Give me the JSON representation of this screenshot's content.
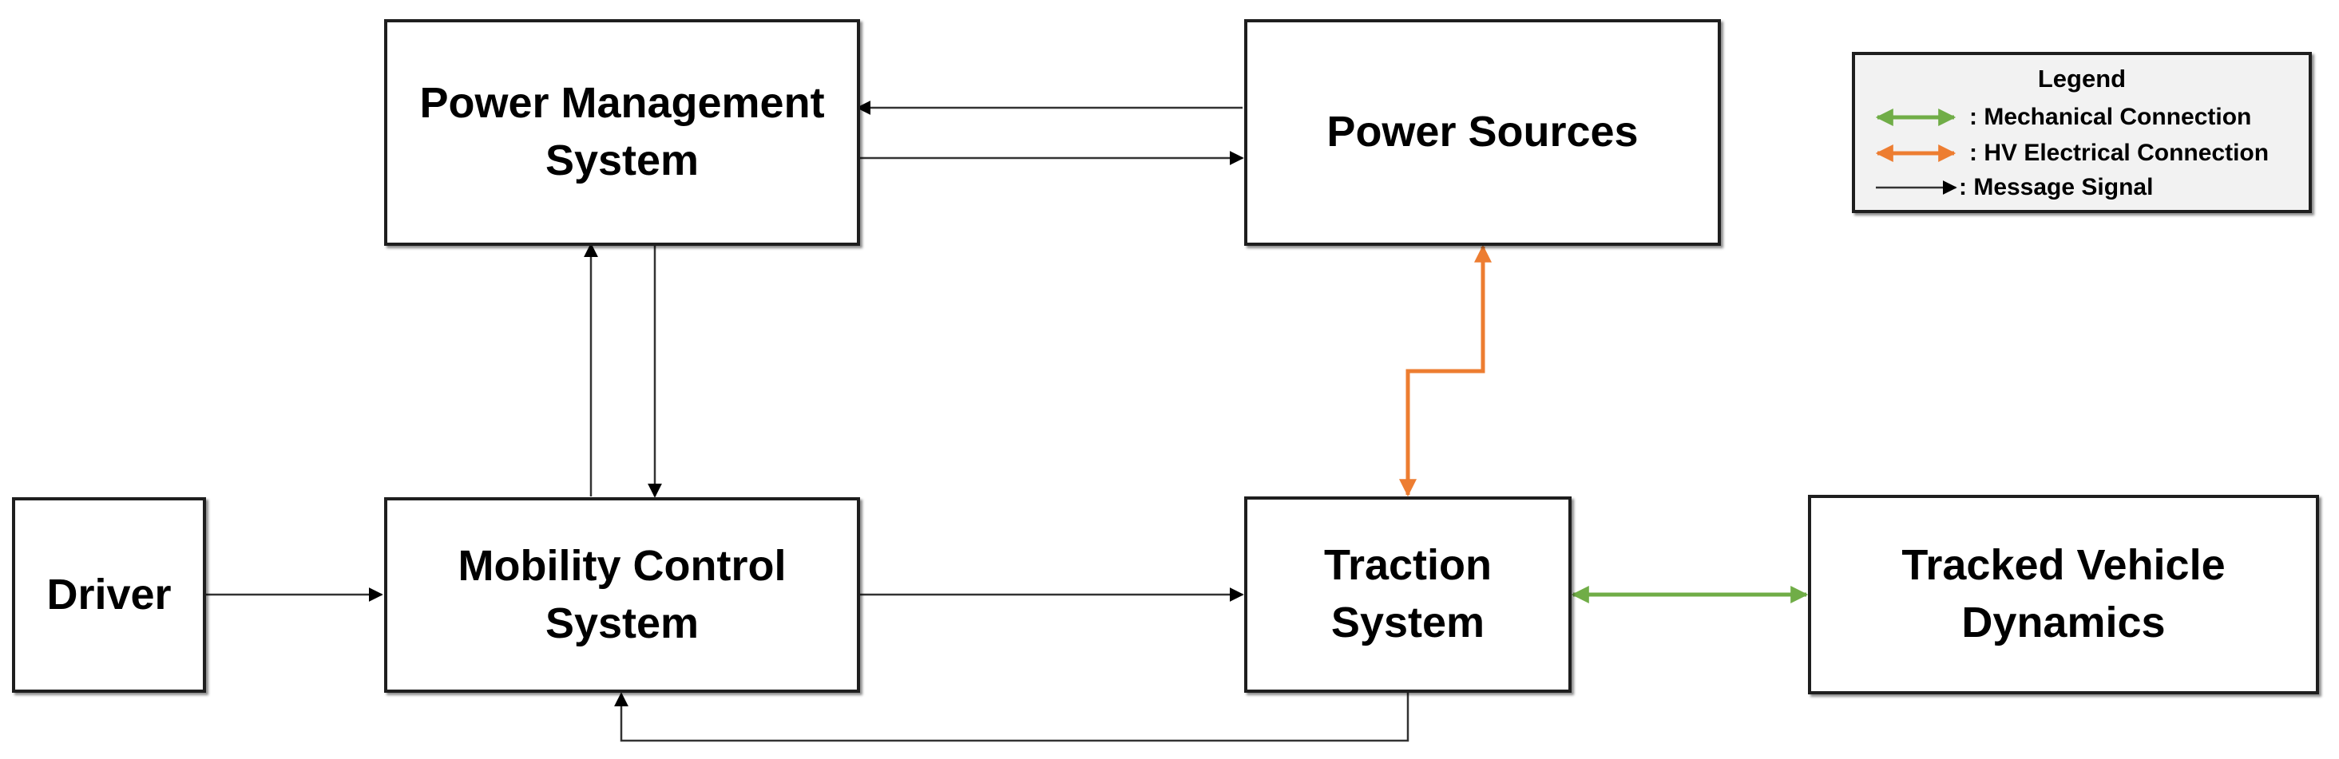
{
  "blocks": {
    "power_management": {
      "line1": "Power Management",
      "line2": "System"
    },
    "power_sources": {
      "line1": "Power Sources"
    },
    "driver": {
      "line1": "Driver"
    },
    "mobility_control": {
      "line1": "Mobility Control",
      "line2": "System"
    },
    "traction": {
      "line1": "Traction",
      "line2": "System"
    },
    "tracked_vehicle": {
      "line1": "Tracked Vehicle",
      "line2": "Dynamics"
    }
  },
  "legend": {
    "title": "Legend",
    "items": [
      {
        "label": ":  Mechanical Connection",
        "color": "#70ad47",
        "type": "double-arrow"
      },
      {
        "label": ":  HV Electrical Connection",
        "color": "#ed7d31",
        "type": "double-arrow"
      },
      {
        "label": ": Message Signal",
        "color": "#000000",
        "type": "arrow"
      }
    ]
  },
  "colors": {
    "mechanical": "#70ad47",
    "electrical": "#ed7d31",
    "signal": "#333333"
  }
}
